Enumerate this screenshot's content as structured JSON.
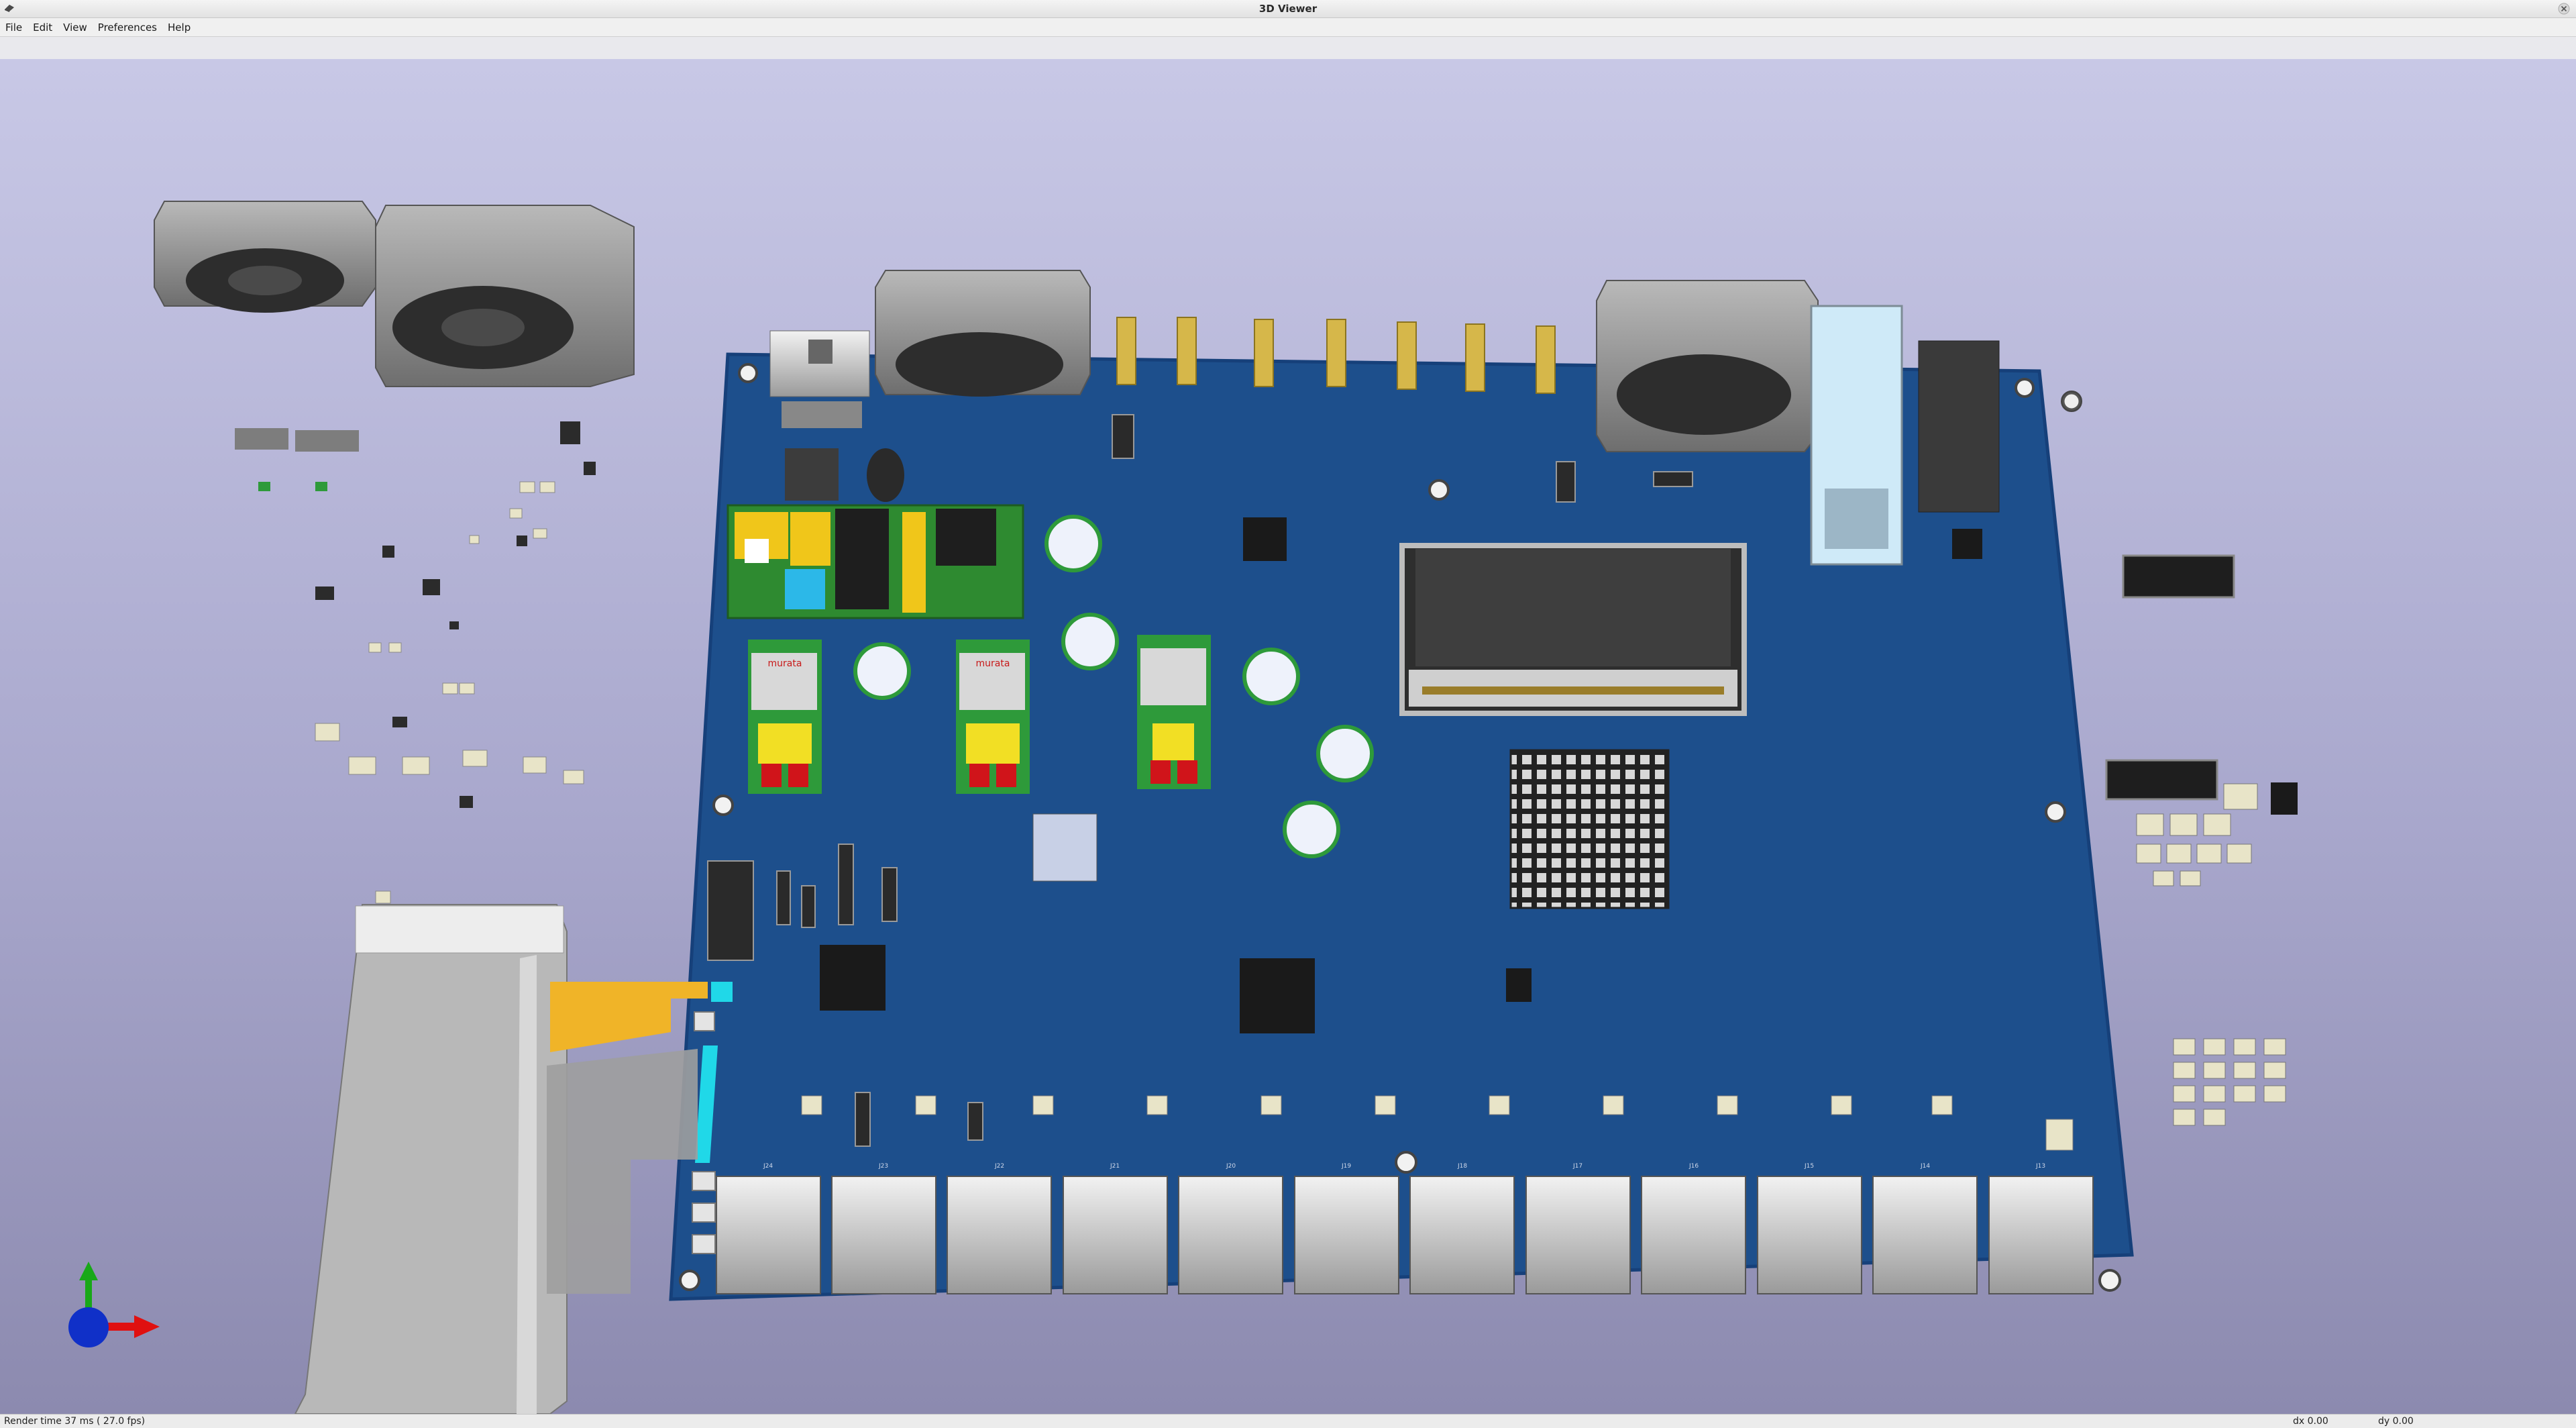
{
  "window": {
    "title": "3D Viewer"
  },
  "menu": [
    "File",
    "Edit",
    "View",
    "Preferences",
    "Help"
  ],
  "status": {
    "render_time": "Render time 37 ms ( 27.0 fps)",
    "dx": "dx 0.00",
    "dy": "dy 0.00"
  },
  "board": {
    "connector_labels": [
      "J24",
      "J23",
      "J22",
      "J21",
      "J20",
      "J19",
      "J18",
      "J17",
      "J16",
      "J15",
      "J14",
      "J13"
    ],
    "logo_text": "murata"
  },
  "colors": {
    "pcb": "#1d4f8c",
    "pcb_edge": "#16407a",
    "fan": "#8a8a8a",
    "gold": "#d6b74a",
    "flex": "#f0b428",
    "cyan": "#20d8e8"
  },
  "icons": [
    "app-icon",
    "close-icon",
    "axis-gizmo-icon"
  ]
}
